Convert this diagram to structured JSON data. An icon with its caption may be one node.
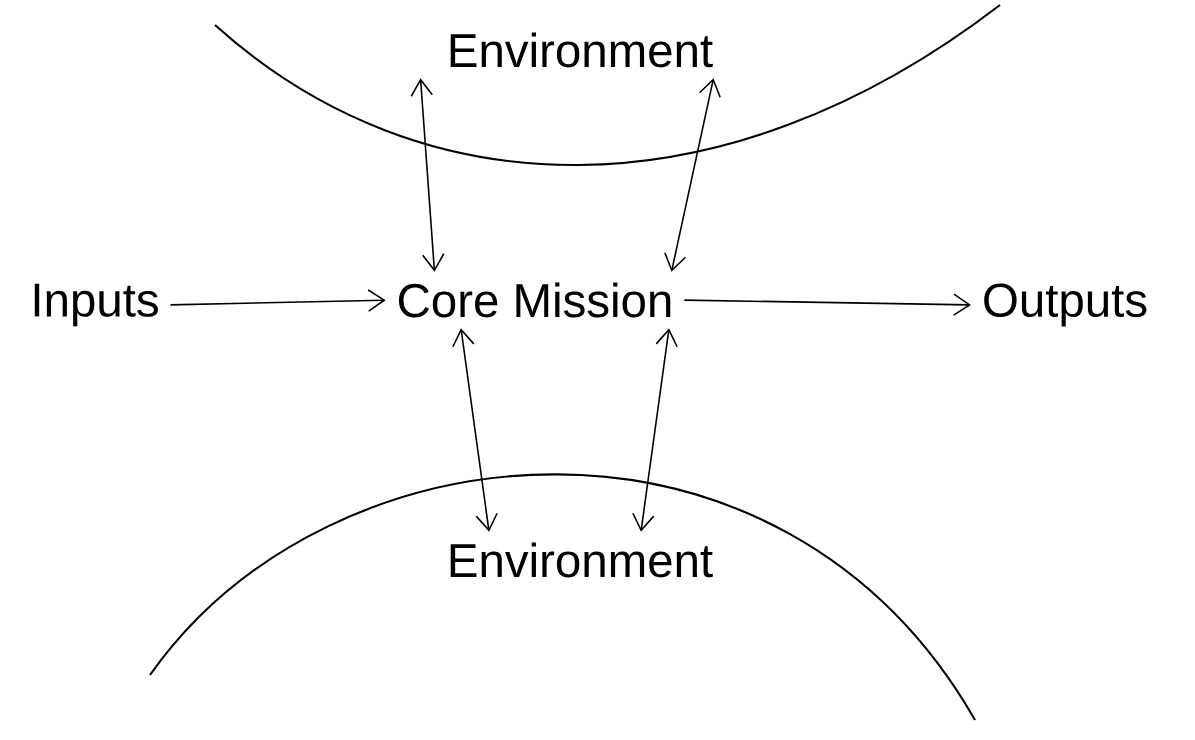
{
  "diagram": {
    "nodes": [
      {
        "text": [
          "Environment"
        ]
      },
      {
        "text": [
          "Inputs"
        ]
      },
      {
        "text": [
          "Core Mission"
        ]
      },
      {
        "text": [
          "Outputs"
        ]
      },
      {
        "text": [
          "Environment"
        ]
      }
    ],
    "edges": [
      {
        "from": 1,
        "to": 2,
        "arrow": "to"
      },
      {
        "from": 2,
        "to": 3,
        "arrow": "to"
      },
      {
        "from": 2,
        "to": 0,
        "arrow": "both"
      },
      {
        "from": 2,
        "to": 0,
        "arrow": "both"
      },
      {
        "from": 2,
        "to": 4,
        "arrow": "both"
      },
      {
        "from": 2,
        "to": 4,
        "arrow": "both"
      }
    ]
  }
}
